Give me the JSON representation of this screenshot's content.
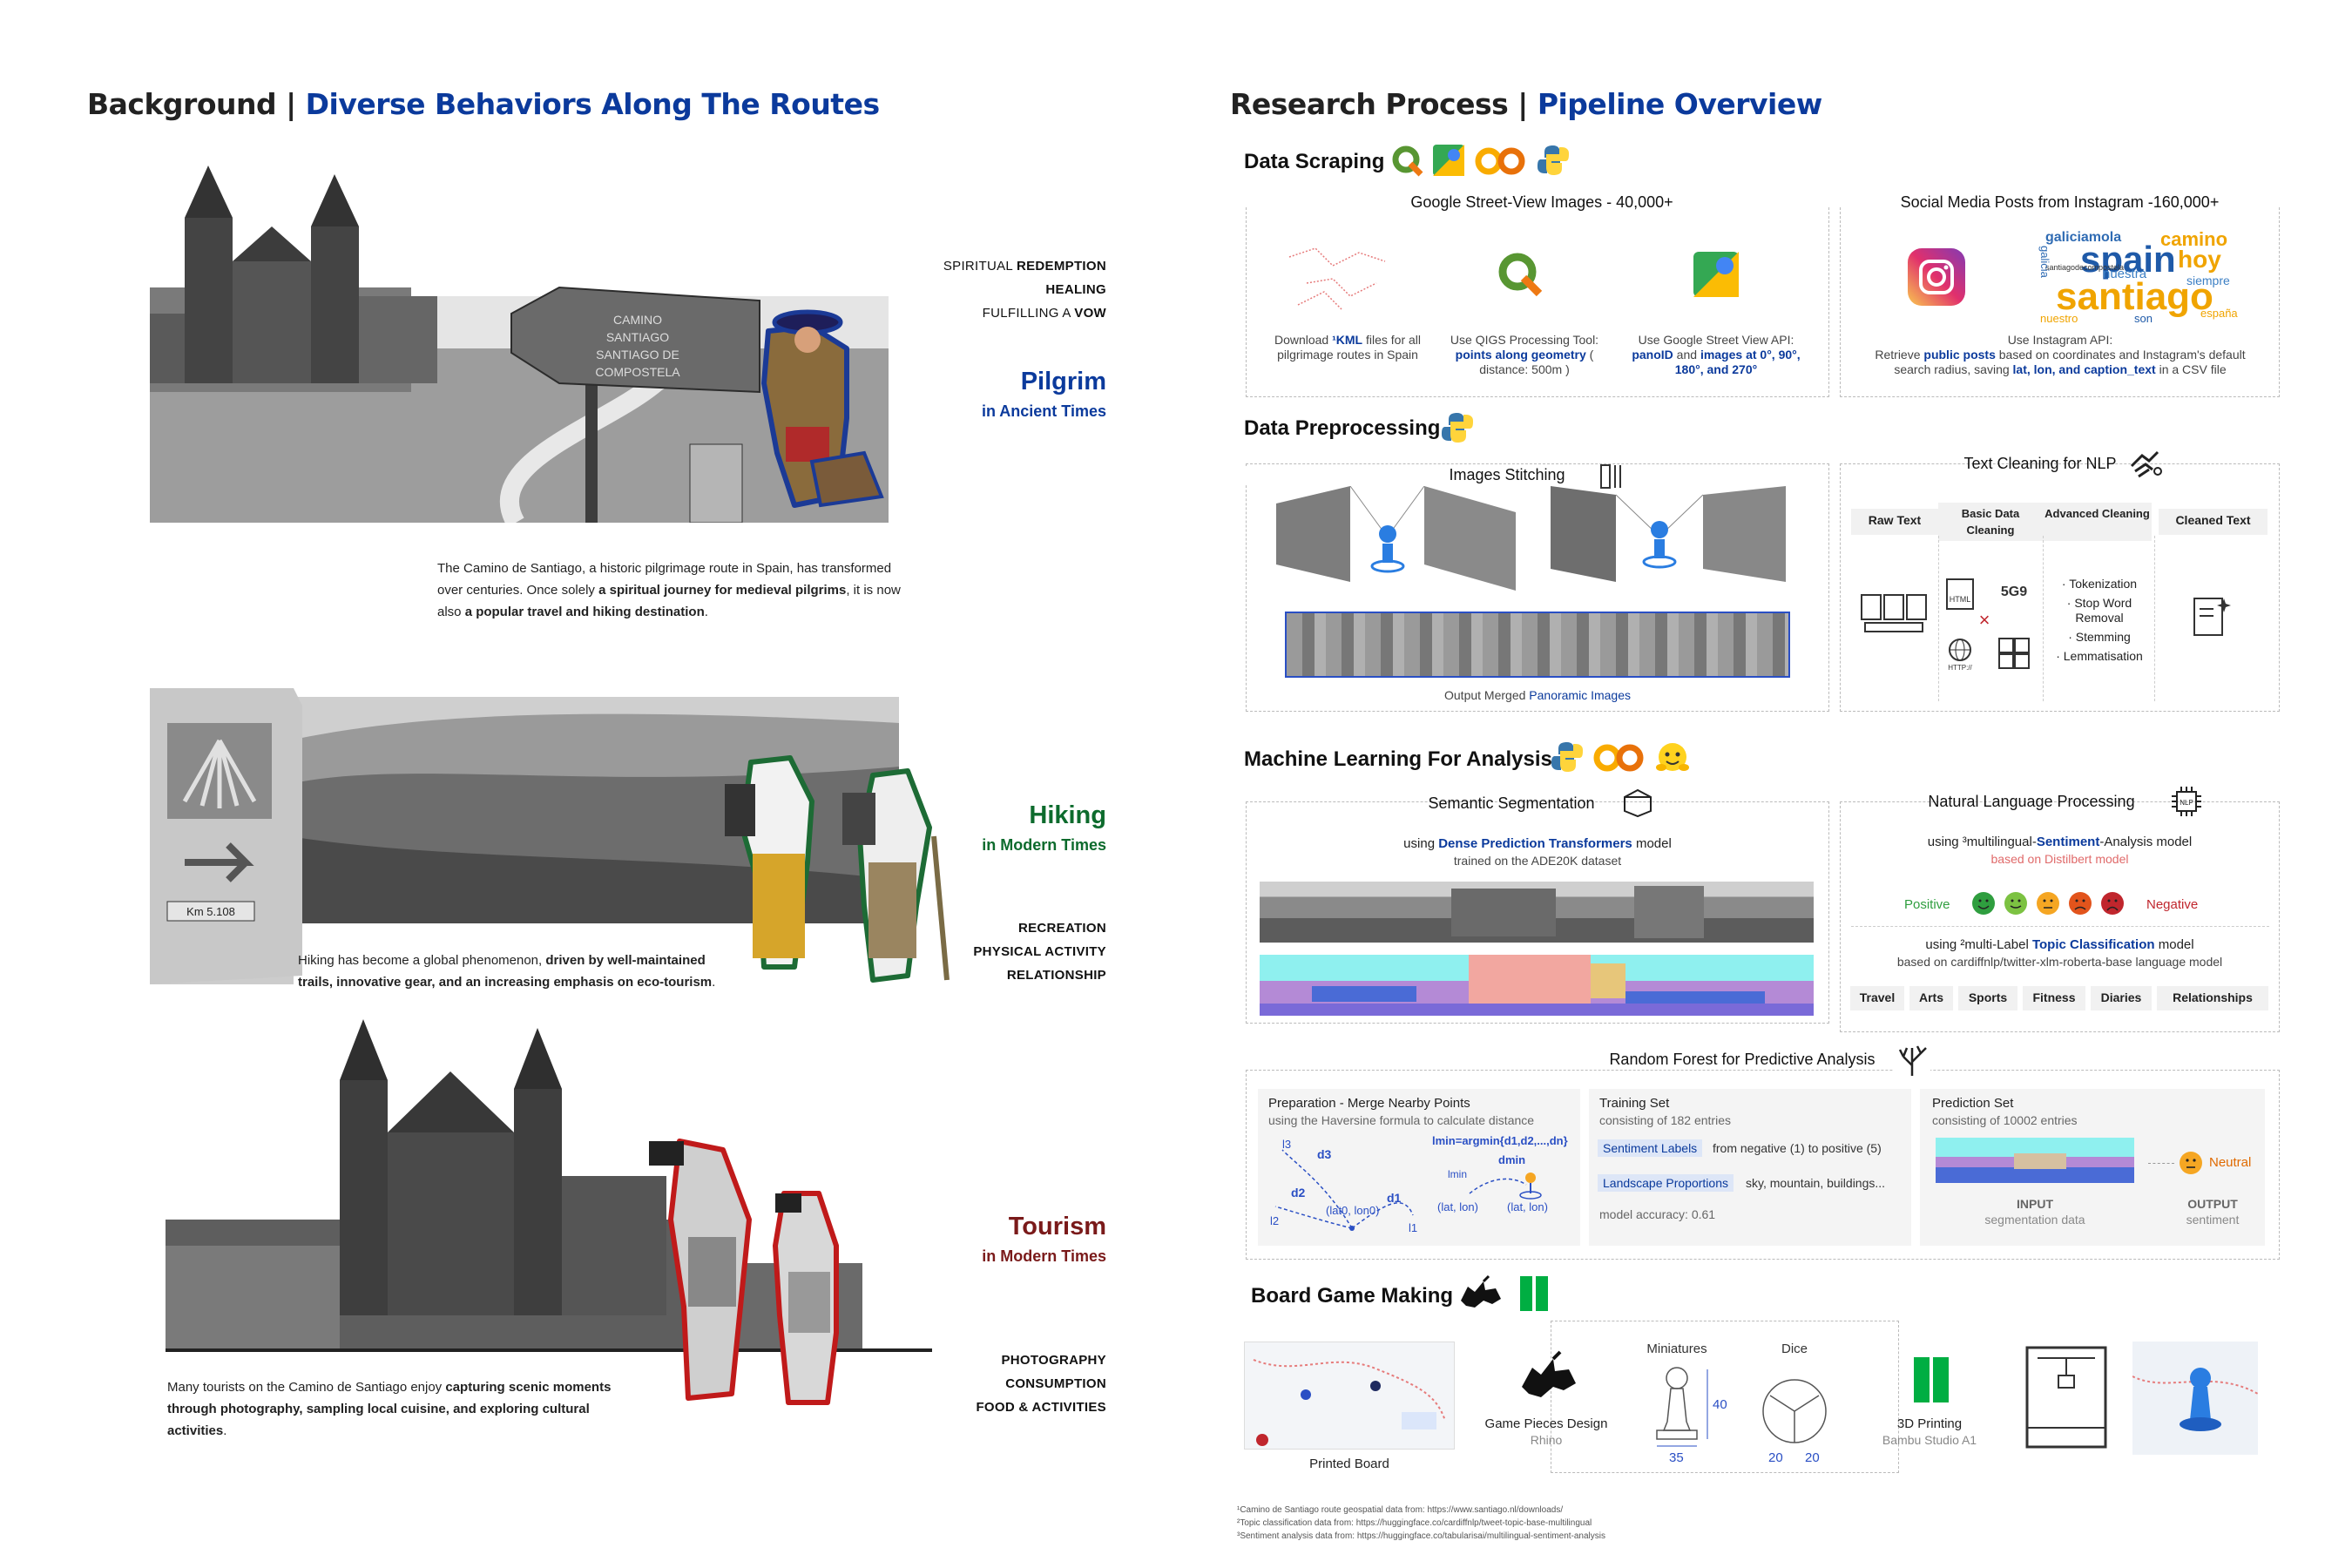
{
  "left": {
    "title_a": "Background |",
    "title_b": "Diverse Behaviors Along The Routes",
    "pilgrim": {
      "caps": [
        "SPIRITUAL ",
        "REDEMPTION",
        "HEALING",
        "FULFILLING A ",
        "VOW"
      ],
      "title": "Pilgrim",
      "subtitle": "in Ancient Times",
      "sign": [
        "CAMINO",
        "SANTIAGO",
        "SANTIAGO DE",
        "COMPOSTELA"
      ],
      "para": [
        "The Camino de Santiago, a historic pilgrimage route in Spain, has transformed over centuries. Once solely ",
        "a spiritual journey for medieval pilgrims",
        ", it is now also ",
        "a popular travel and hiking destination",
        "."
      ]
    },
    "hiking": {
      "caps": [
        "RECREATION",
        "PHYSICAL ACTIVITY",
        "RELATIONSHIP"
      ],
      "title": "Hiking",
      "subtitle": "in Modern Times",
      "marker": "Km 5.108",
      "para": [
        "Hiking has become a global phenomenon, ",
        "driven by well-maintained trails, innovative gear, and an increasing emphasis on eco-tourism",
        "."
      ]
    },
    "tourism": {
      "caps": [
        "PHOTOGRAPHY",
        "CONSUMPTION",
        "FOOD & ACTIVITIES"
      ],
      "title": "Tourism",
      "subtitle": "in Modern Times",
      "para": [
        "Many tourists on the Camino de Santiago enjoy ",
        "capturing scenic moments through photography, sampling local cuisine, and exploring cultural activities",
        "."
      ]
    }
  },
  "right": {
    "title_a": "Research Process |",
    "title_b": "Pipeline Overview",
    "scraping": {
      "label": "Data Scraping",
      "gsv_title": "Google Street-View Images - 40,000+",
      "gsv_1": [
        "Download ",
        "¹KML",
        " files for all pilgrimage routes in Spain"
      ],
      "gsv_2": [
        "Use QIGS Processing Tool: ",
        "points along geometry",
        " ( distance: 500m )"
      ],
      "gsv_3": [
        "Use Google Street View API: ",
        "panoID",
        " and ",
        "images at 0°, 90°, 180°, and 270°"
      ],
      "ig_title": "Social Media Posts from Instagram -160,000+",
      "ig_text": [
        "Use Instagram API:",
        "Retrieve ",
        "public posts",
        " based on coordinates and Instagram's default search radius, saving ",
        "lat, lon, and caption_text",
        " in a CSV file"
      ],
      "cloud": [
        "galiciamola",
        "camino",
        "spain",
        "hoy",
        "santiago",
        "nuestra",
        "siempre",
        "son",
        "españa",
        "nuestro",
        "santiagodecompostela",
        "galicia"
      ]
    },
    "preprocessing": {
      "label": "Data Preprocessing",
      "stitch_title": "Images Stitching",
      "stitch_caption": [
        "Output Merged ",
        "Panoramic Images"
      ],
      "nlp_title": "Text Cleaning for NLP",
      "cols": [
        "Raw Text",
        "Basic Data Cleaning",
        "Advanced Cleaning",
        "Cleaned Text"
      ],
      "steps": [
        "· Tokenization",
        "· Stop Word Removal",
        "· Stemming",
        "· Lemmatisation"
      ],
      "icon_labels": [
        "HTML",
        "HTTP://"
      ]
    },
    "ml": {
      "label": "Machine Learning For Analysis",
      "seg_title": "Semantic Segmentation",
      "seg_text": [
        "using ",
        "Dense Prediction Transformers",
        " model"
      ],
      "seg_sub": "trained on the ADE20K dataset",
      "nlp_title": "Natural Language Processing",
      "sent_text": [
        "using ³multilingual-",
        "Sentiment",
        "-Analysis model"
      ],
      "sent_sub": "based on Distilbert model",
      "pos": "Positive",
      "neg": "Negative",
      "topic_text": [
        "using ²multi-Label ",
        "Topic Classification",
        " model"
      ],
      "topic_sub": "based on cardiffnlp/twitter-xlm-roberta-base language model",
      "topics": [
        "Travel",
        "Arts",
        "Sports",
        "Fitness",
        "Diaries",
        "Relationships"
      ],
      "nlp_chip": "NLP"
    },
    "rf": {
      "title": "Random Forest for Predictive Analysis",
      "prep_title": "Preparation - Merge Nearby Points",
      "prep_sub": "using the Haversine formula to calculate distance",
      "formula": "lmin=argmin{d1,d2,...,dn}",
      "labels": [
        "l3",
        "d3",
        "d2",
        "d1",
        "(lat0, lon0)",
        "l2",
        "l1",
        "lmin",
        "dmin",
        "(lat, lon)",
        "(lat, lon)"
      ],
      "train_title": "Training Set",
      "train_sub": "consisting of 182 entries",
      "sent_label": "Sentiment Labels",
      "sent_desc": "from negative (1) to positive (5)",
      "land_label": "Landscape Proportions",
      "land_desc": "sky, mountain, buildings...",
      "acc": "model accuracy: 0.61",
      "pred_title": "Prediction Set",
      "pred_sub": "consisting of 10002 entries",
      "neutral": "Neutral",
      "input": "INPUT",
      "input_sub": "segmentation data",
      "output": "OUTPUT",
      "output_sub": "sentiment"
    },
    "board": {
      "label": "Board Game Making",
      "printed": "Printed Board",
      "pieces": "Game Pieces Design",
      "pieces_sub": "Rhino",
      "mini": "Miniatures",
      "dice": "Dice",
      "dims": [
        "40",
        "35",
        "20",
        "20"
      ],
      "print3d": "3D Printing",
      "print3d_sub": "Bambu Studio A1"
    },
    "footnotes": [
      "¹Camino de Santiago route geospatial data from: https://www.santiago.nl/downloads/",
      "²Topic classification data from: https://huggingface.co/cardiffnlp/tweet-topic-base-multilingual",
      "³Sentiment analysis data from: https://huggingface.co/tabularisai/multilingual-sentiment-analysis"
    ]
  },
  "colors": {
    "blue": "#0b3a9c",
    "green": "#0d6b2d",
    "red": "#7a1a1a",
    "positive": "#2f9e3f",
    "negative": "#c0262d"
  }
}
